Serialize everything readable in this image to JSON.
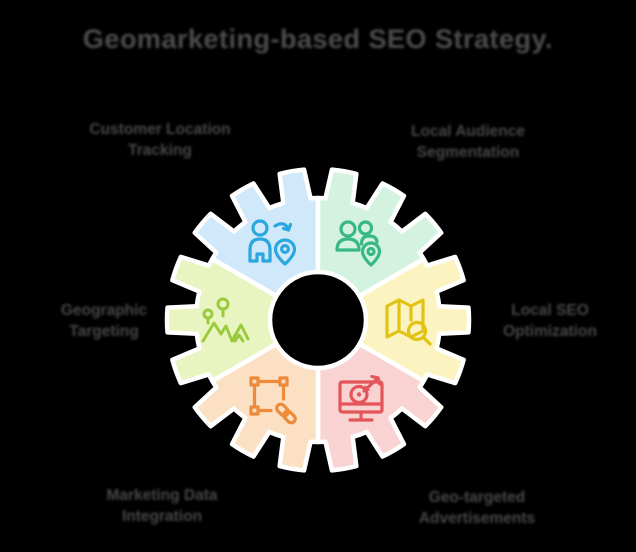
{
  "title": "Geomarketing-based SEO Strategy.",
  "colors": {
    "background": "#000000",
    "title_text": "#4c4c4c",
    "label_text": "#474747",
    "segment_outline": "#ffffff",
    "center_hole": "#000000"
  },
  "diagram": {
    "type": "gear-cycle",
    "segment_count": 6,
    "segments": [
      {
        "id": "customer-location-tracking",
        "position": "top-left",
        "label": [
          "Customer Location",
          "Tracking"
        ],
        "color": "#cfe9fa",
        "icon": "person-location-arrow-icon",
        "icon_color": "#2aa7df"
      },
      {
        "id": "local-audience-segmentation",
        "position": "top-right",
        "label": [
          "Local Audience",
          "Segmentation"
        ],
        "color": "#d3f2e0",
        "icon": "people-location-icon",
        "icon_color": "#38b787"
      },
      {
        "id": "local-seo-optimization",
        "position": "right",
        "label": [
          "Local SEO",
          "Optimization"
        ],
        "color": "#fcf4c0",
        "icon": "map-search-icon",
        "icon_color": "#e2c313"
      },
      {
        "id": "geo-targeted-advertisements",
        "position": "bottom-right",
        "label": [
          "Geo-targeted",
          "Advertisements"
        ],
        "color": "#f9d3d1",
        "icon": "target-screen-icon",
        "icon_color": "#e4555a"
      },
      {
        "id": "marketing-data-integration",
        "position": "bottom-left",
        "label": [
          "Marketing Data",
          "Integration"
        ],
        "color": "#fbe0c4",
        "icon": "vector-link-icon",
        "icon_color": "#ee8a3a"
      },
      {
        "id": "geographic-targeting",
        "position": "left",
        "label": [
          "Geographic",
          "Targeting"
        ],
        "color": "#e9f5c0",
        "icon": "landscape-pins-icon",
        "icon_color": "#9aca3e"
      }
    ]
  }
}
